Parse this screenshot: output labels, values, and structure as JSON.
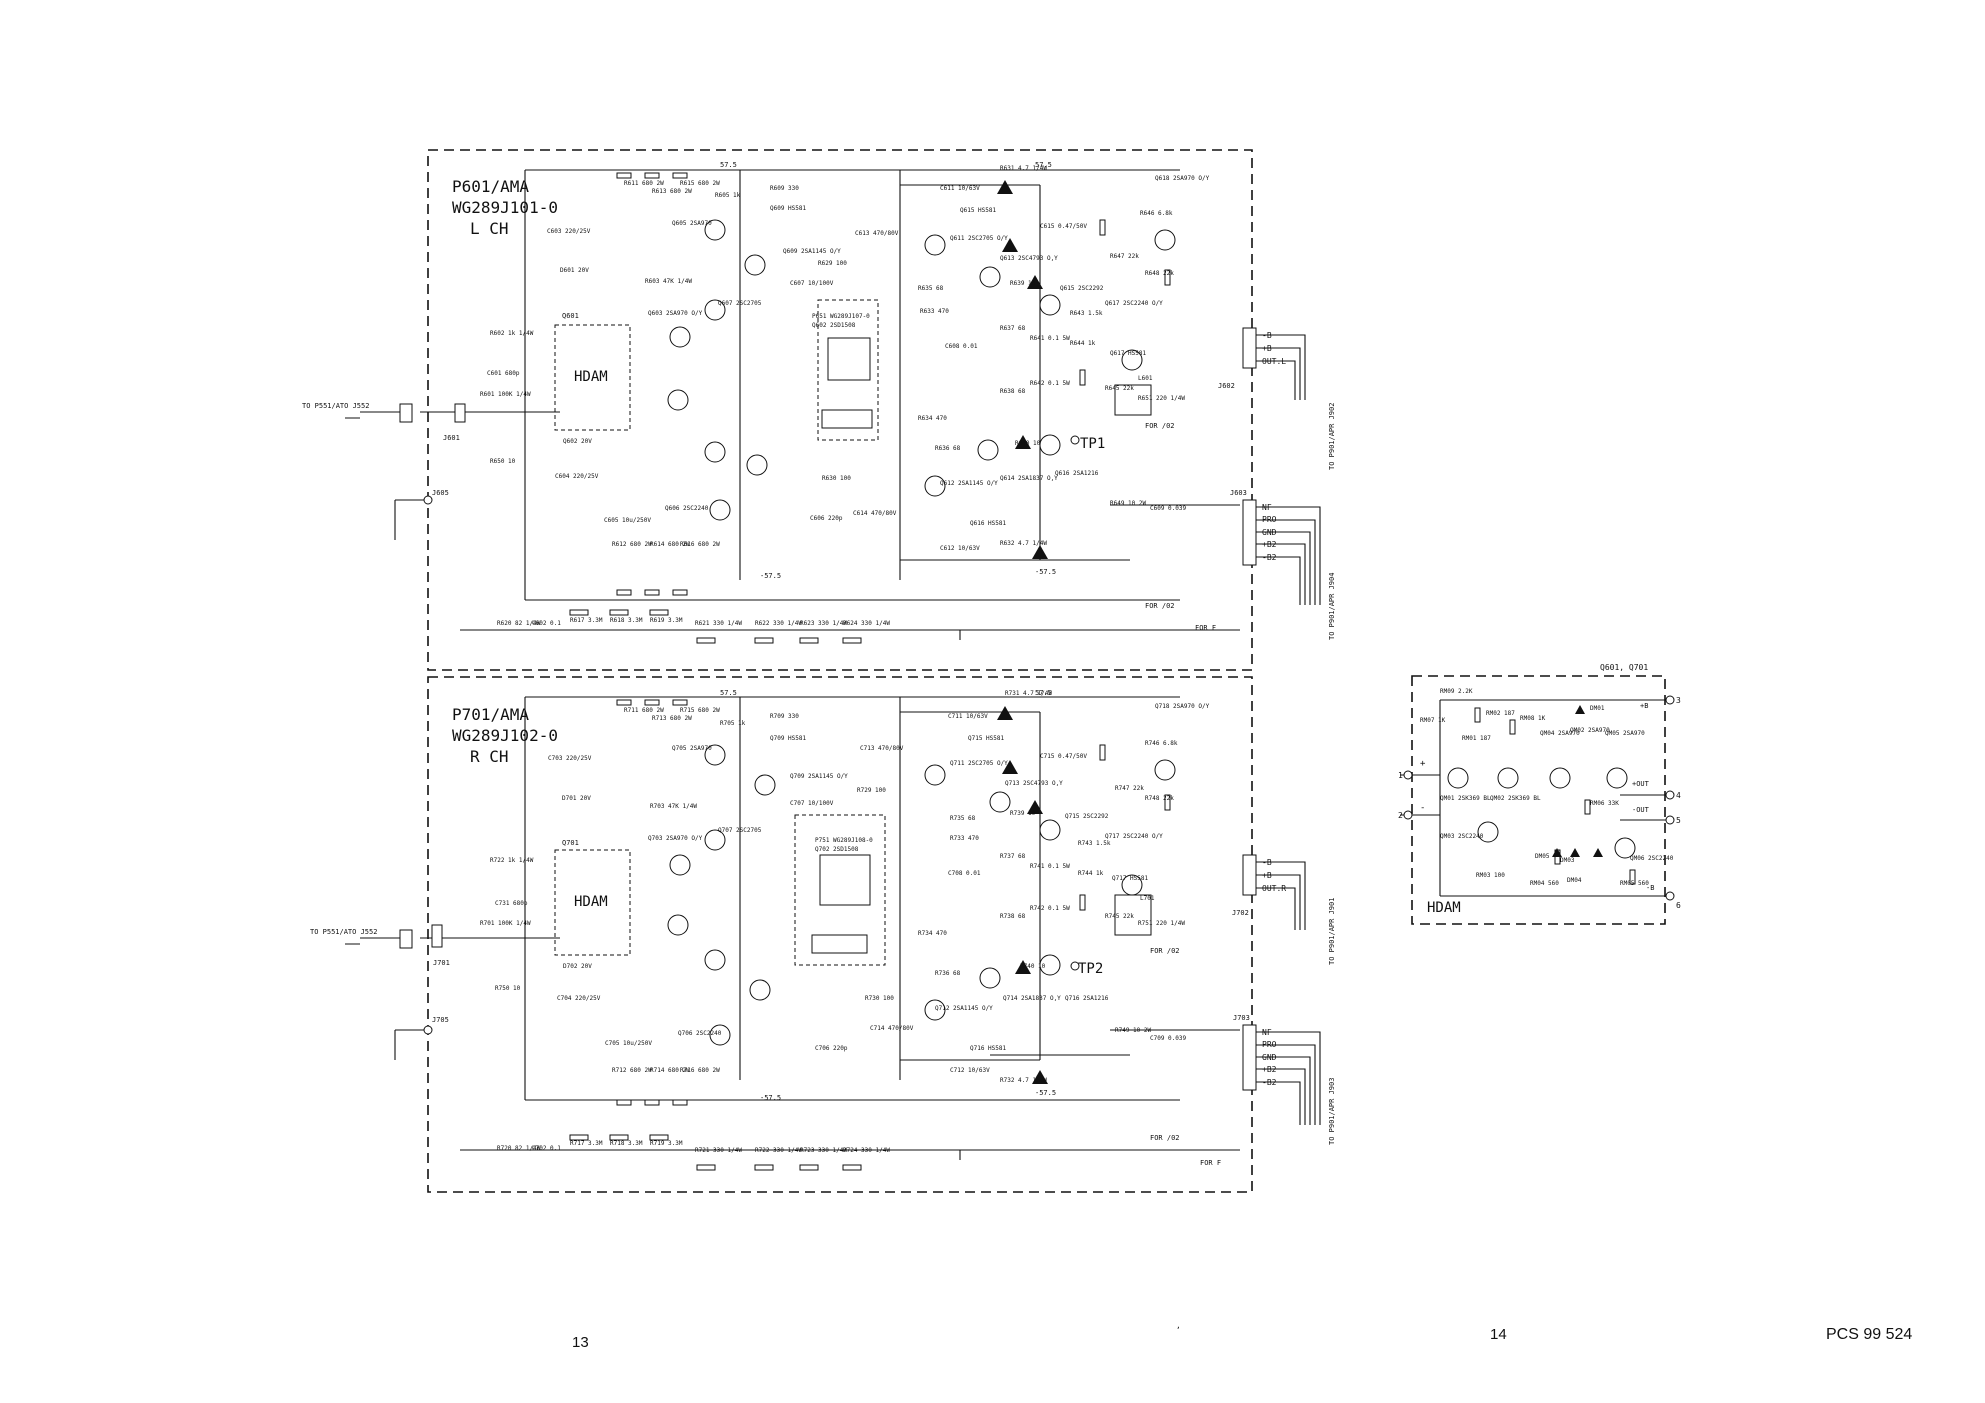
{
  "upper_board": {
    "title": "P601/AMA",
    "part_no": "WG289J101-0",
    "channel": "L CH",
    "input_dest": "TO P551/ATO J552",
    "input_conn": "J601",
    "gnd_conn": "J605",
    "hdam": "HDAM",
    "hdam_ref": "Q601",
    "out_conn": "J602",
    "out_pins": [
      "-B",
      "+B",
      "OUT.L"
    ],
    "out_dest": "TO P901/APR J902",
    "ctl_conn": "J603",
    "ctl_pins": [
      "NF",
      "PRO",
      "GND",
      "+B2",
      "-B2"
    ],
    "ctl_dest": "TO P901/APR J904",
    "testpoint": "TP1",
    "for_notes": [
      "FOR /02",
      "FOR F",
      "FOR /02"
    ],
    "rail_pos": "57.5",
    "rail_neg": "-57.5",
    "parts": [
      "R611 680 2W",
      "R613 680 2W",
      "R615 680 2W",
      "R605 1k",
      "R609 330",
      "Q609 HS581",
      "Q605 2SA970",
      "C603 220/25V",
      "D601 20V",
      "R603 47K 1/4W",
      "Q603 2SA970 O/Y",
      "R602 1k 1/4W",
      "C601 680p",
      "R601 100K 1/4W",
      "R650 10",
      "C604 220/25V",
      "Q602 20V",
      "C605 10u/250V",
      "Q606 2SC2240",
      "R612 680 2W",
      "R614 680 2W",
      "R616 680 2W",
      "Q607 2SC2705",
      "Q609 2SA1145 O/Y",
      "C607 10/100V",
      "P651 WG289J107-0",
      "Q602 2SD1508",
      "R629 100",
      "C613 470/80V",
      "R630 100",
      "C614 470/80V",
      "C606 220p",
      "Q611 2SC2705 O/Y",
      "Q613 2SC4793 O,Y",
      "R635 68",
      "R633 470",
      "R634 470",
      "R636 68",
      "Q612 2SA1145 O/Y",
      "Q614 2SA1837 O,Y",
      "R631 4.7 1/4W",
      "C611 10/63V",
      "Q615 HS581",
      "C612 10/63V",
      "Q616 HS581",
      "R632 4.7 1/4W",
      "R639 10",
      "R640 10",
      "R637 68",
      "R638 68",
      "R641 0.1 5W",
      "R642 0.1 5W",
      "Q615 2SC2292",
      "Q616 2SA1216",
      "R643 1.5k",
      "R644 1k",
      "Q617 2SC2240 O/Y",
      "Q617 HS581",
      "C615 0.47/50V",
      "R646 6.8k",
      "Q618 2SA970 O/Y",
      "R647 22k",
      "R648 22k",
      "R645 22k",
      "L601",
      "R651 220 1/4W",
      "R649 10 2W",
      "C609 0.039",
      "R617 3.3M",
      "R618 3.3M",
      "R619 3.3M",
      "R620 82 1/4W",
      "C602 0.1",
      "R621 330 1/4W",
      "R622 330 1/4W",
      "R623 330 1/4W",
      "R624 330 1/4W",
      "C608 0.01"
    ]
  },
  "lower_board": {
    "title": "P701/AMA",
    "part_no": "WG289J102-0",
    "channel": "R CH",
    "input_dest": "TO P551/ATO J552",
    "input_conn": "J701",
    "gnd_conn": "J705",
    "hdam": "HDAM",
    "hdam_ref": "Q701",
    "out_conn": "J702",
    "out_pins": [
      "-B",
      "+B",
      "OUT.R"
    ],
    "out_dest": "TO P901/APR J901",
    "ctl_conn": "J703",
    "ctl_pins": [
      "NF",
      "PRO",
      "GND",
      "+B2",
      "-B2"
    ],
    "ctl_dest": "TO P901/APR J903",
    "testpoint": "TP2",
    "for_notes": [
      "FOR /02",
      "FOR F",
      "FOR /02"
    ],
    "rail_pos": "57.5",
    "rail_neg": "-57.5",
    "parts": [
      "R711 680 2W",
      "R713 680 2W",
      "R715 680 2W",
      "R705 1k",
      "R709 330",
      "Q709 HS581",
      "Q705 2SA970",
      "C703 220/25V",
      "D701 20V",
      "R703 47K 1/4W",
      "Q703 2SA970 O/Y",
      "R722 1k 1/4W",
      "C731 680p",
      "R701 100K 1/4W",
      "R750 10",
      "C704 220/25V",
      "D702 20V",
      "C705 10u/250V",
      "Q706 2SC2240",
      "R712 680 2W",
      "R714 680 2W",
      "R716 680 2W",
      "Q707 2SC2705",
      "Q709 2SA1145 O/Y",
      "C707 10/100V",
      "P751 WG289J108-0",
      "Q702 2SD1508",
      "R729 100",
      "C713 470/80V",
      "R730 100",
      "C714 470/80V",
      "C706 220p",
      "Q711 2SC2705 O/Y",
      "Q713 2SC4793 O,Y",
      "R735 68",
      "R733 470",
      "R734 470",
      "R736 68",
      "Q712 2SA1145 O/Y",
      "Q714 2SA1837 O,Y",
      "R731 4.7 1/4W",
      "C711 10/63V",
      "Q715 HS581",
      "C712 10/63V",
      "Q716 HS581",
      "R732 4.7 1/4W",
      "R739 10",
      "R740 10",
      "R737 68",
      "R738 68",
      "R741 0.1 5W",
      "R742 0.1 5W",
      "Q715 2SC2292",
      "Q716 2SA1216",
      "R743 1.5k",
      "R744 1k",
      "Q717 2SC2240 O/Y",
      "Q717 HS581",
      "C715 0.47/50V",
      "R746 6.8k",
      "Q718 2SA970 O/Y",
      "R747 22k",
      "R748 22k",
      "R745 22k",
      "L701",
      "R751 220 1/4W",
      "R749 10 2W",
      "C709 0.039",
      "R717 3.3M",
      "R718 3.3M",
      "R719 3.3M",
      "R720 82 1/4W",
      "C702 0.1",
      "R721 330 1/4W",
      "R722 330 1/4W",
      "R723 330 1/4W",
      "R724 330 1/4W",
      "C708 0.01"
    ]
  },
  "hdam_detail": {
    "header": "Q601, Q701",
    "label": "HDAM",
    "pins": [
      "1",
      "2",
      "3",
      "4",
      "5",
      "6"
    ],
    "pin_names": [
      "+",
      "-",
      "+B",
      "+OUT",
      "-OUT",
      "-B"
    ],
    "parts": [
      "RM09 2.2K",
      "RM07 1K",
      "RM01 187",
      "RM02 187",
      "RM08 1K",
      "QM04 2SA970",
      "QM02 2SA970",
      "QM05 2SA970",
      "DM01",
      "QM01 2SK369 BL",
      "QM02 2SK369 BL",
      "RM06 33K",
      "QM03 2SC2240",
      "DM05",
      "DM03",
      "DM04",
      "RM03 100",
      "RM04 560",
      "QM06 2SC2240",
      "RM05 560"
    ]
  },
  "footer": {
    "page_left": "13",
    "page_right": "14",
    "doc_ref": "PCS 99 524"
  }
}
